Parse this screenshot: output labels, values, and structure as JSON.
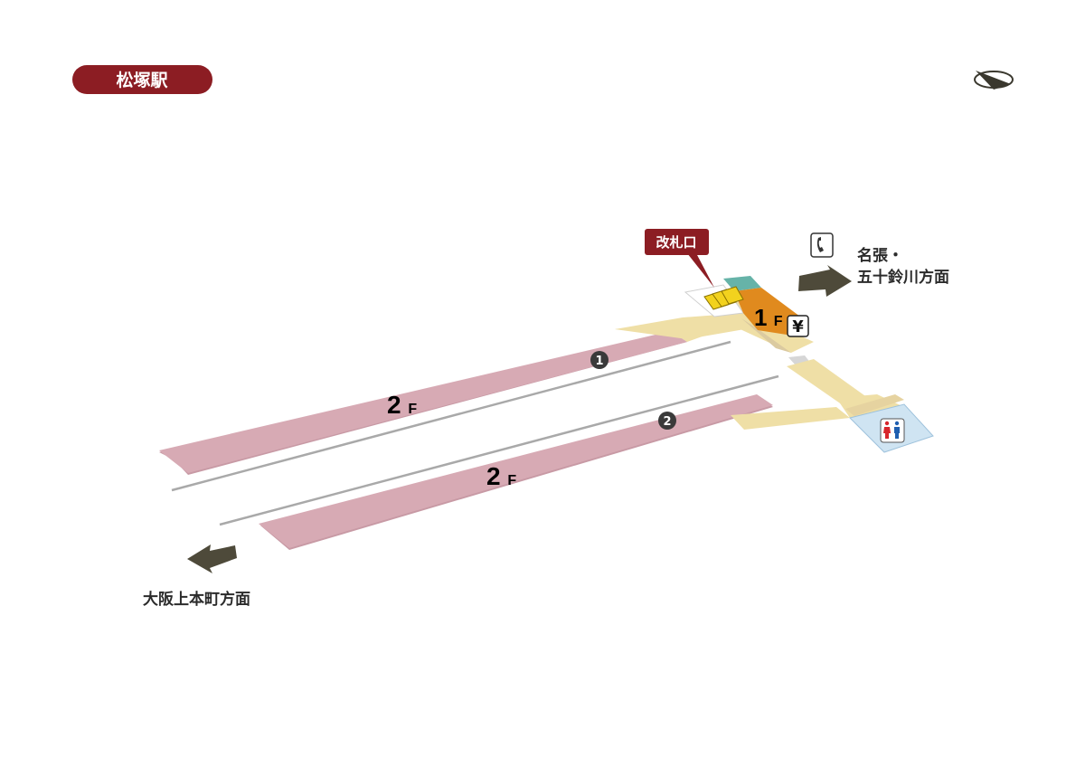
{
  "station_name": "松塚駅",
  "ticket_gate_label": "改札口",
  "floors": {
    "platform_1": "2F",
    "platform_2": "2F",
    "concourse": "1F"
  },
  "platform_numbers": {
    "p1": "1",
    "p2": "2"
  },
  "directions": {
    "nabari_line1": "名張・",
    "nabari_line2": "五十鈴川方面",
    "osaka": "大阪上本町方面"
  },
  "facility_icons": [
    "telephone-icon",
    "atm-yen-icon",
    "restroom-icon",
    "ticket-gate-icon",
    "compass-icon"
  ],
  "colors": {
    "title_badge": "#8c1d23",
    "platform": "#d7aab4",
    "concourse": "#efdfa6",
    "ticket_area": "#e08a1e",
    "green_area": "#66b3a8",
    "restroom_area": "#cfe4f2",
    "gates": "#f2d21e",
    "arrows": "#4e4a3a"
  }
}
